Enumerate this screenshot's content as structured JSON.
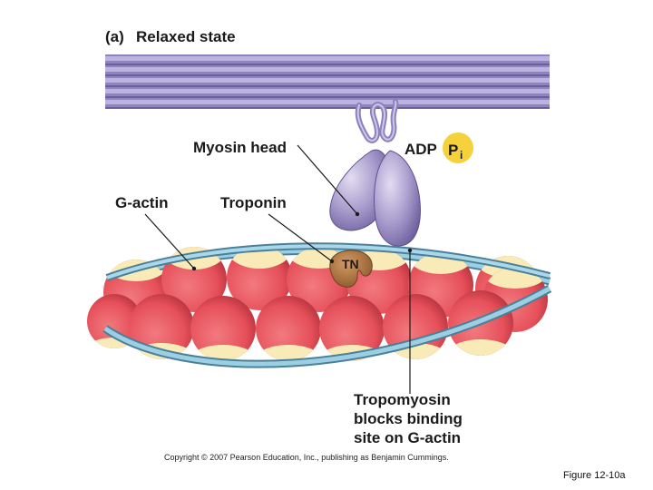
{
  "panel": {
    "letter": "(a)",
    "title": "Relaxed state"
  },
  "labels": {
    "myosin_head": "Myosin head",
    "adp": "ADP",
    "pi_main": "P",
    "pi_sub": "i",
    "g_actin": "G-actin",
    "troponin": "Troponin",
    "tn": "TN",
    "tropomyosin_line1": "Tropomyosin",
    "tropomyosin_line2": "blocks binding",
    "tropomyosin_line3": "site on G-actin"
  },
  "copyright": "Copyright © 2007 Pearson Education, Inc., publishing as Benjamin Cummings.",
  "figure_ref": "Figure 12-10a",
  "colors": {
    "myosin_filament": "#9a90c8",
    "myosin_head": "#a79ccc",
    "actin_red": "#e8555e",
    "actin_cream": "#f8ebb8",
    "tropomyosin": "#8cc3d9",
    "troponin": "#a9713e",
    "pi_circle": "#f5d23c"
  }
}
